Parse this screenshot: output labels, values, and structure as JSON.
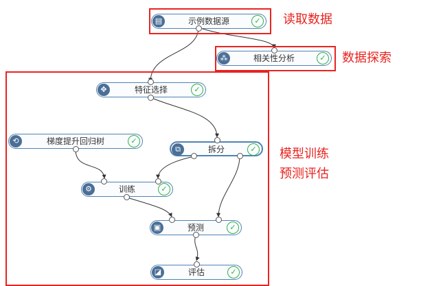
{
  "diagram": {
    "nodes": {
      "sample_source": {
        "label": "示例数据源",
        "icon": "data-source-icon"
      },
      "correlation": {
        "label": "相关性分析",
        "icon": "correlation-icon"
      },
      "feature_select": {
        "label": "特征选择",
        "icon": "feature-select-icon"
      },
      "gbdt": {
        "label": "梯度提升回归树",
        "icon": "gbdt-icon"
      },
      "split": {
        "label": "拆分",
        "icon": "split-icon"
      },
      "train": {
        "label": "训练",
        "icon": "train-icon"
      },
      "predict": {
        "label": "预测",
        "icon": "predict-icon"
      },
      "evaluate": {
        "label": "评估",
        "icon": "evaluate-icon"
      }
    },
    "edges": [
      [
        "sample_source",
        "feature_select"
      ],
      [
        "sample_source",
        "correlation"
      ],
      [
        "feature_select",
        "split"
      ],
      [
        "gbdt",
        "train"
      ],
      [
        "split",
        "train"
      ],
      [
        "split",
        "predict"
      ],
      [
        "train",
        "predict"
      ],
      [
        "predict",
        "evaluate"
      ]
    ],
    "annotations": {
      "read_data": "读取数据",
      "explore": "数据探索",
      "model_train": "模型训练",
      "predict_eval": "预测评估"
    },
    "colors": {
      "annotation": "#e8231f",
      "node_border": "#4f82b3",
      "icon_bg": "#4b6f96",
      "check": "#2fb04a",
      "edge": "#333333"
    },
    "status_icon": "check-circle-icon"
  }
}
